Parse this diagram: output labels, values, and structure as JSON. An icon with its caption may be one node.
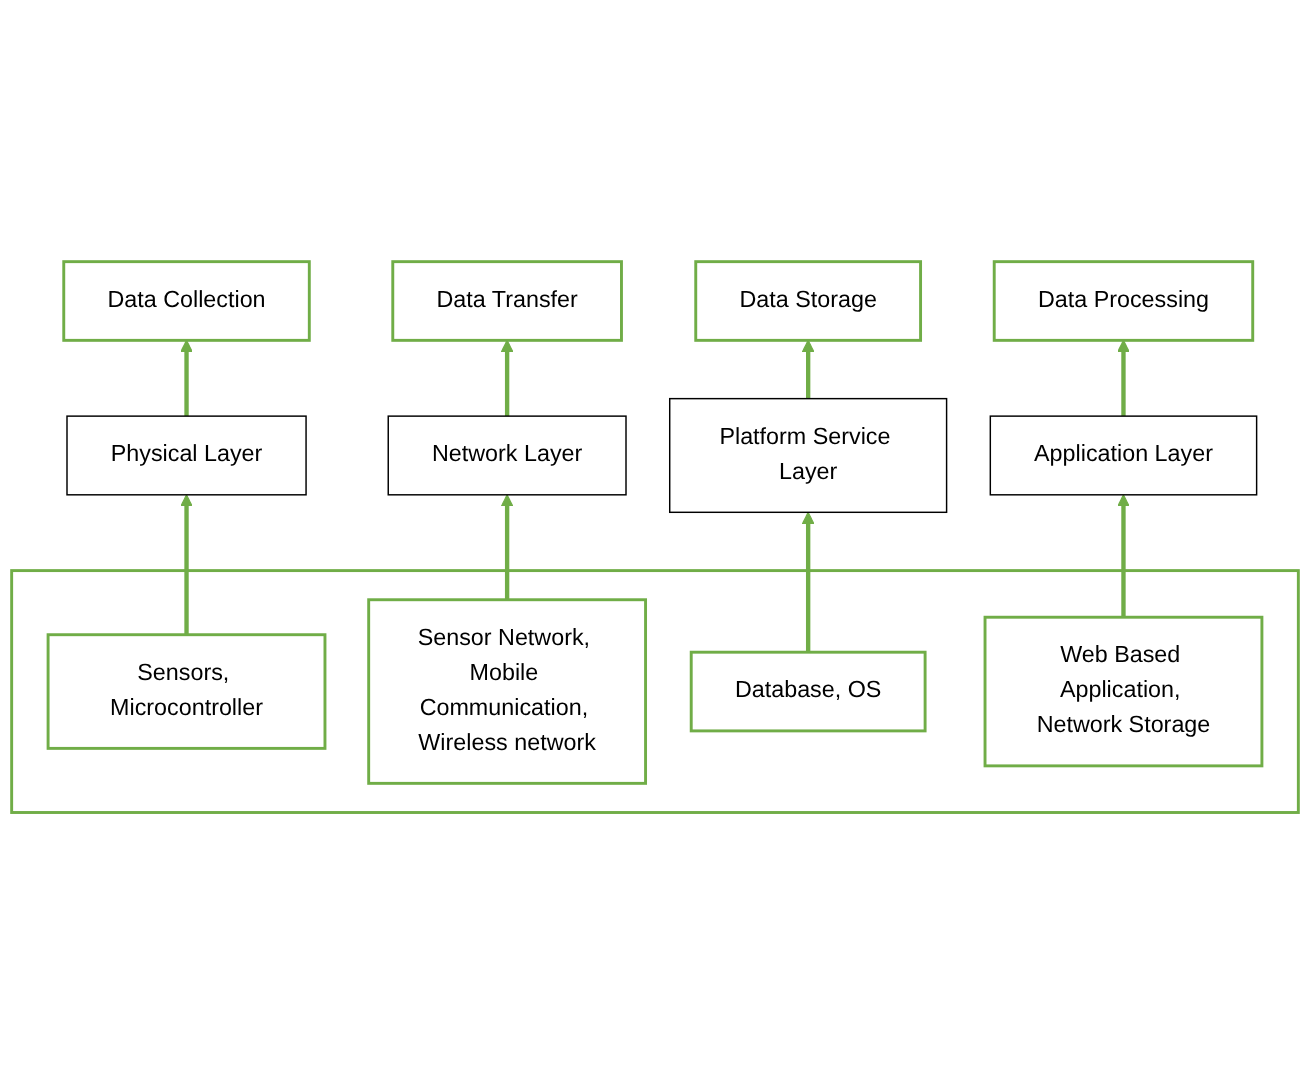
{
  "diagram": {
    "nodes": [
      {
        "text": [
          "Data Collection"
        ]
      },
      {
        "text": [
          "Data Transfer"
        ]
      },
      {
        "text": [
          "Data Storage"
        ]
      },
      {
        "text": [
          "Data Processing"
        ]
      },
      {
        "text": [
          "Physical Layer"
        ]
      },
      {
        "text": [
          "Network Layer"
        ]
      },
      {
        "text": [
          "Platform Service Layer"
        ]
      },
      {
        "text": [
          "Application Layer"
        ]
      },
      {
        "text": [],
        "shape": "box"
      },
      {
        "text": [
          "Sensors, Microcontroller"
        ],
        "in": 8
      },
      {
        "text": [
          "Sensor Network, Mobile Communication, Wireless network"
        ],
        "in": 8
      },
      {
        "text": [
          "Database, OS"
        ],
        "in": 8
      },
      {
        "text": [
          "Web Based Application, Network Storage"
        ],
        "in": 8
      }
    ],
    "edges": [
      {
        "from": 4,
        "to": 0,
        "arrow": "to"
      },
      {
        "from": 5,
        "to": 1,
        "arrow": "to"
      },
      {
        "from": 6,
        "to": 2,
        "arrow": "to"
      },
      {
        "from": 7,
        "to": 3,
        "arrow": "to"
      },
      {
        "from": 9,
        "to": 4,
        "arrow": "to"
      },
      {
        "from": 10,
        "to": 5,
        "arrow": "to"
      },
      {
        "from": 11,
        "to": 6,
        "arrow": "to"
      },
      {
        "from": 12,
        "to": 7,
        "arrow": "to"
      }
    ]
  }
}
